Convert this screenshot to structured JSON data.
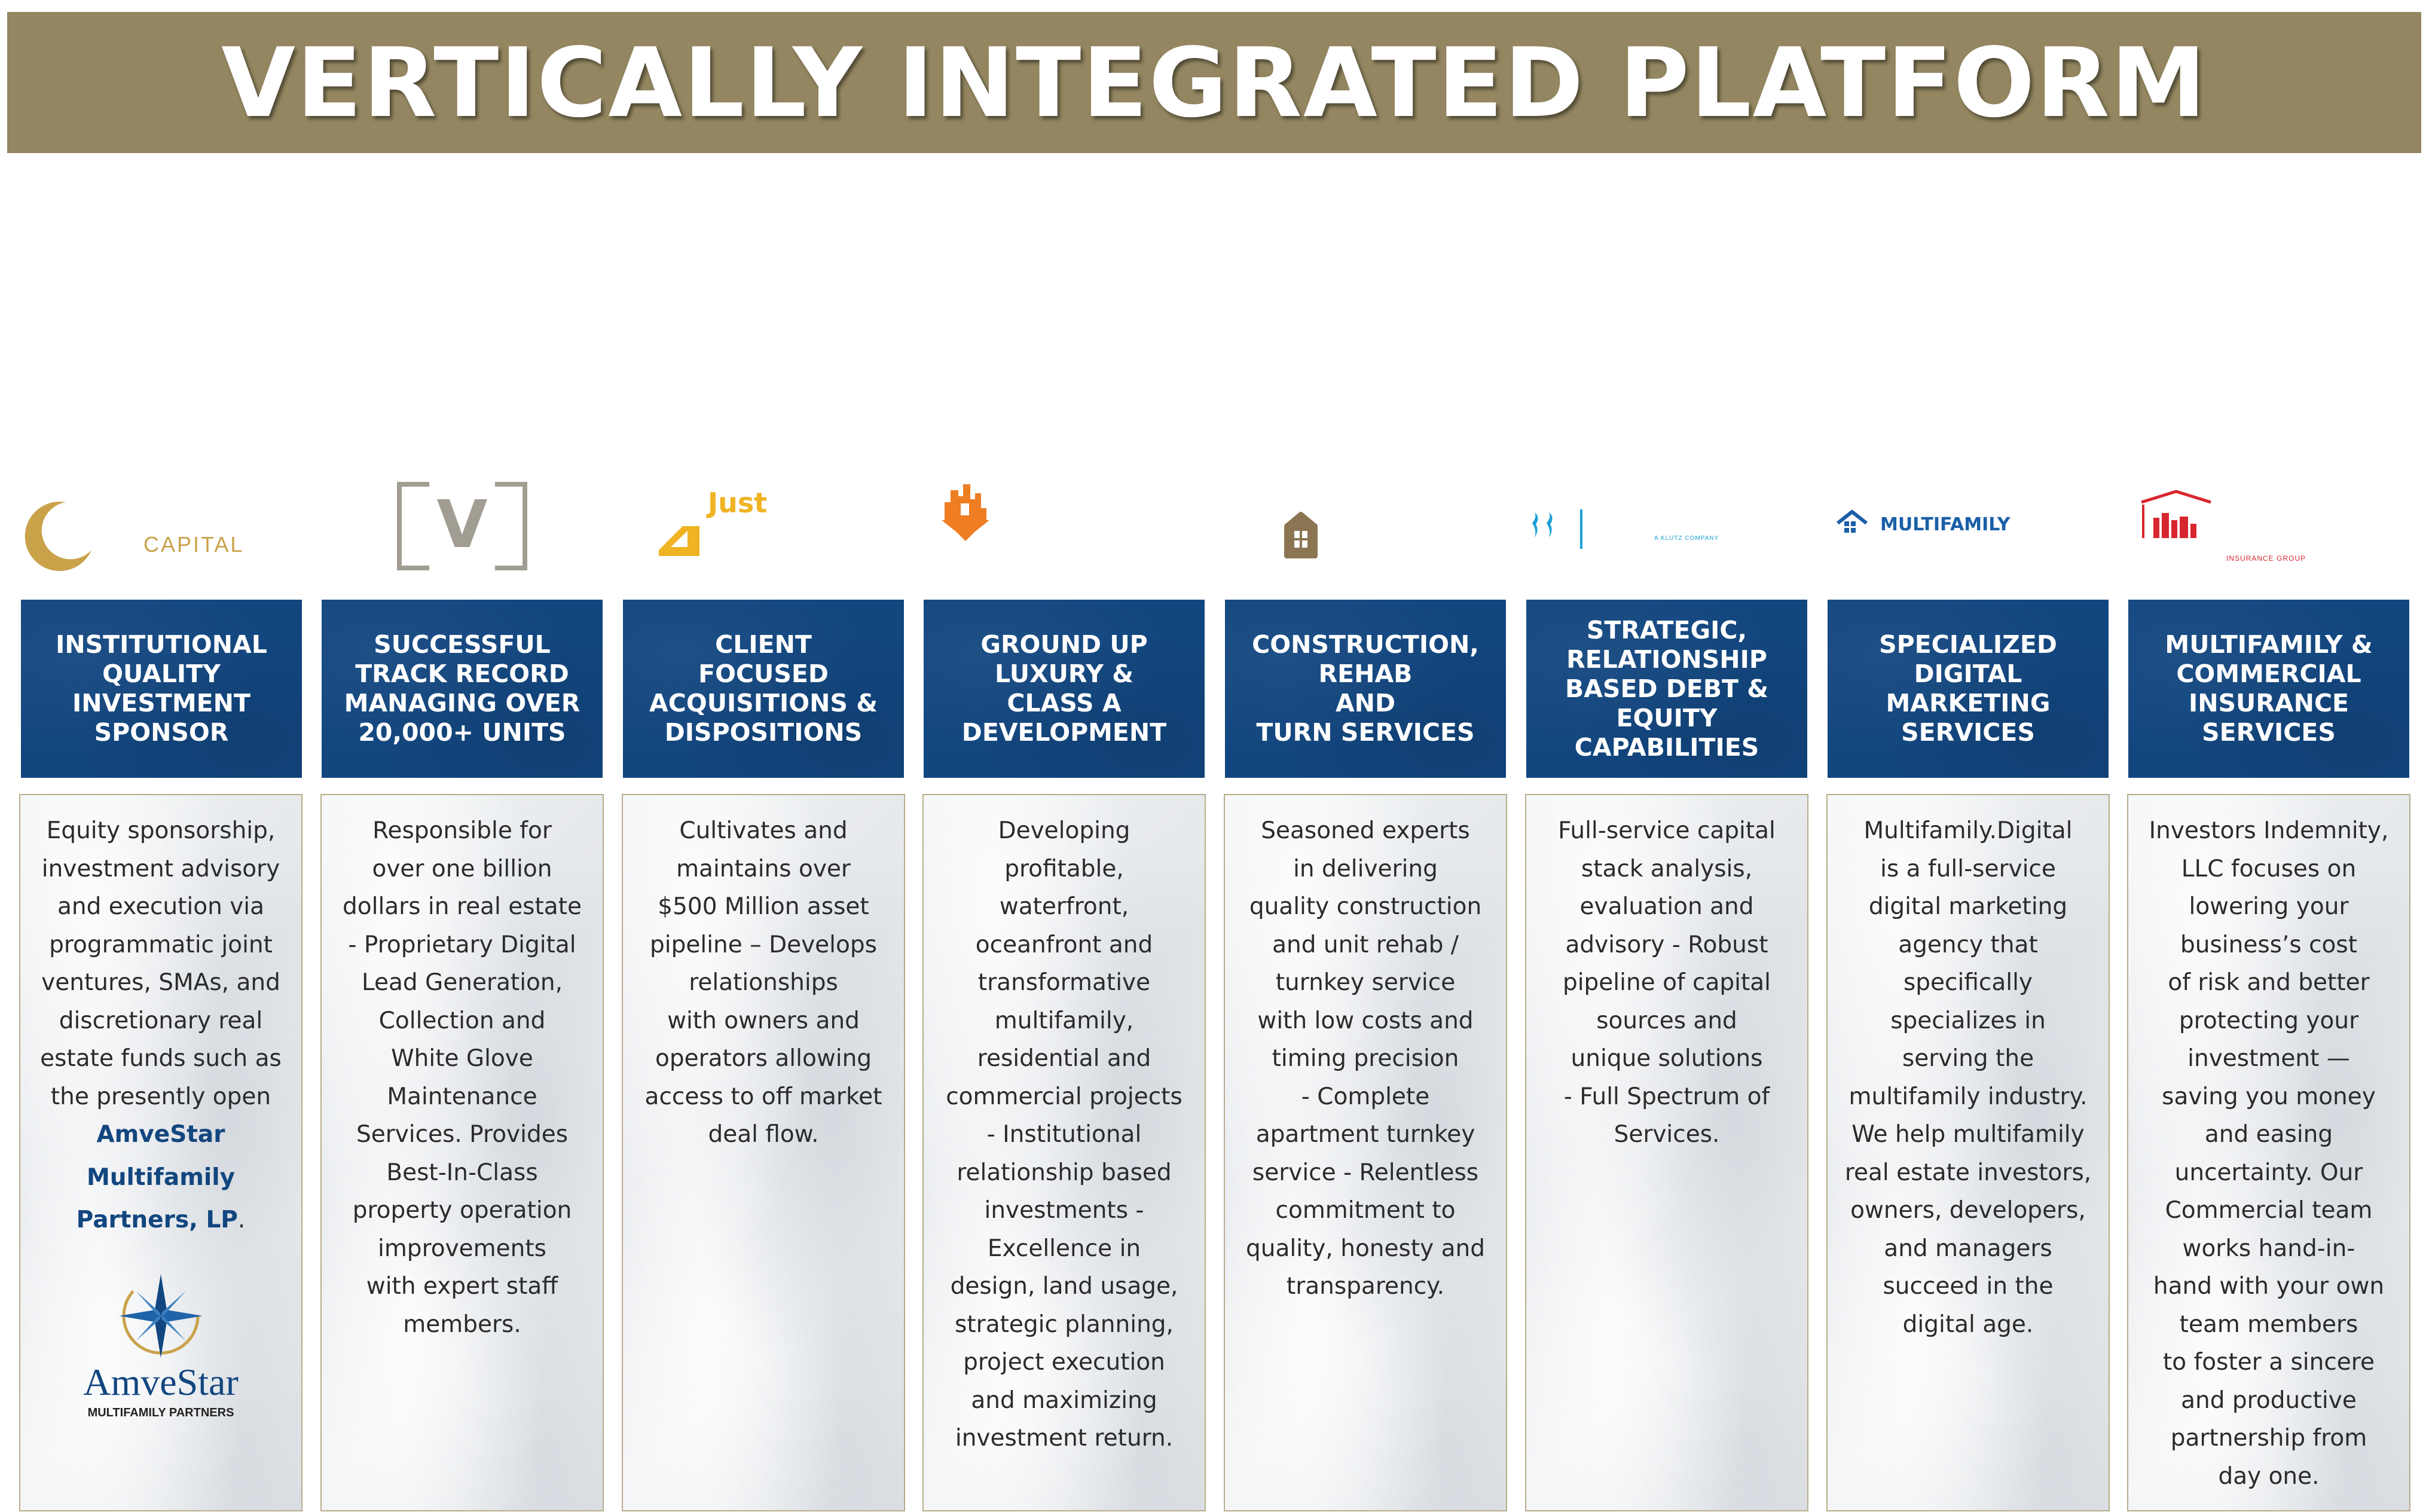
{
  "banner": {
    "title": "VERTICALLY INTEGRATED PLATFORM"
  },
  "columns": [
    {
      "logo": {
        "icon": "crescent-moon-icon",
        "text": "CAPITAL",
        "color": "#c9a24a"
      },
      "header": "INSTITUTIONAL\nQUALITY\nINVESTMENT\nSPONSOR",
      "body": "Equity sponsorship,\ninvestment advisory\nand execution via\nprogrammatic joint\nventures, SMAs, and\ndiscretionary real\nestate funds such as\nthe presently open",
      "link": "AmveStar\nMultifamily\nPartners, LP",
      "link_suffix": ".",
      "amvestar": {
        "icon": "compass-star-icon",
        "name": "AmveStar",
        "tagline": "MULTIFAMILY PARTNERS"
      }
    },
    {
      "logo": {
        "icon": "v-bracket-icon",
        "text": "V",
        "color": "#a19d92"
      },
      "header": "SUCCESSFUL\nTRACK RECORD\nMANAGING OVER\n20,000+ UNITS",
      "body": "Responsible for\nover one billion\ndollars in real estate\n- Proprietary Digital\nLead Generation,\nCollection and\nWhite Glove\nMaintenance\nServices.  Provides\nBest-In-Class\nproperty operation\nimprovements\nwith expert staff\nmembers."
    },
    {
      "logo": {
        "icon": "just-brand-icon",
        "text": "Just",
        "color": "#f0b323"
      },
      "header": "CLIENT\nFOCUSED\nACQUISITIONS &\nDISPOSITIONS",
      "body": "Cultivates and\nmaintains over\n$500 Million asset\npipeline – Develops\nrelationships\nwith owners and\noperators allowing\naccess to off market\ndeal flow."
    },
    {
      "logo": {
        "icon": "skyline-building-icon",
        "color": "#ef7d22"
      },
      "header": "GROUND UP\nLUXURY &\nCLASS A\nDEVELOPMENT",
      "body": "Developing\nprofitable,\nwaterfront,\noceanfront and\ntransformative\nmultifamily,\nresidential and\ncommercial projects\n- Institutional\nrelationship based\ninvestments -\nExcellence in\ndesign, land usage,\nstrategic planning,\nproject execution\nand maximizing\ninvestment return."
    },
    {
      "logo": {
        "icon": "house-badge-icon",
        "color": "#8c7553"
      },
      "header": "CONSTRUCTION,\nREHAB\nAND\nTURN SERVICES",
      "body": "Seasoned experts\nin delivering\nquality construction\nand unit rehab /\nturnkey service\nwith low costs and\ntiming precision\n- Complete\napartment turnkey\nservice - Relentless\ncommitment to\nquality, honesty and\ntransparency."
    },
    {
      "logo": {
        "icon": "seahorse-pair-icon",
        "text": "A KLUTZ COMPANY",
        "color": "#1ba0d8"
      },
      "header": "STRATEGIC,\nRELATIONSHIP\nBASED DEBT &\nEQUITY\nCAPABILITIES",
      "body": "Full-service capital\nstack analysis,\nevaluation and\nadvisory - Robust\npipeline of capital\nsources and\nunique solutions\n- Full Spectrum of\nServices."
    },
    {
      "logo": {
        "icon": "house-grid-icon",
        "text": "MULTIFAMILY",
        "color": "#1a5fa8"
      },
      "header": "SPECIALIZED\nDIGITAL\nMARKETING\nSERVICES",
      "body": "Multifamily.Digital\nis a full-service\ndigital marketing\nagency that\nspecifically\nspecializes in\nserving the\nmultifamily industry.\nWe help multifamily\nreal estate investors,\nowners, developers,\nand managers\nsucceed in the\ndigital age."
    },
    {
      "logo": {
        "icon": "roof-buildings-icon",
        "text": "INSURANCE GROUP",
        "color": "#d8262e"
      },
      "header": "MULTIFAMILY &\nCOMMERCIAL\nINSURANCE\nSERVICES",
      "body": "Investors Indemnity,\nLLC focuses on\nlowering your\nbusiness’s cost\nof risk and better\nprotecting your\ninvestment —\nsaving you money\nand easing\nuncertainty. Our\nCommercial team\nworks hand-in-\nhand with your own\nteam members\nto foster a sincere\nand productive\npartnership from\nday one."
    }
  ]
}
